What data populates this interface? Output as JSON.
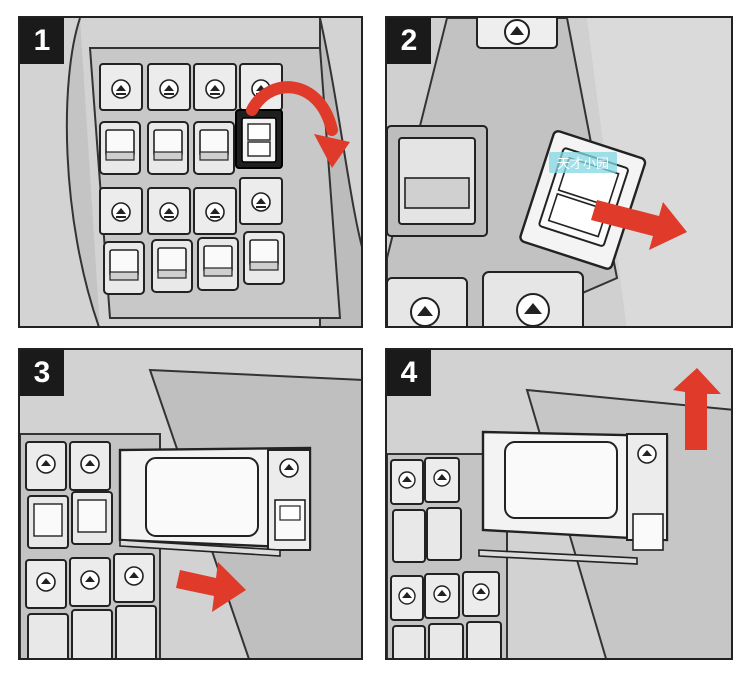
{
  "steps": [
    {
      "number": "1"
    },
    {
      "number": "2"
    },
    {
      "number": "3"
    },
    {
      "number": "4"
    }
  ],
  "watermark": {
    "text": "天才小园"
  },
  "colors": {
    "arrow": "#e03a2a",
    "arrow_dark": "#b8261a",
    "background": "#d6d6d6",
    "switch": "#e8e8e8",
    "outline": "#222222",
    "watermark": "#82d7e1"
  },
  "icons": [
    "eject-icon",
    "curved-arrow-icon",
    "straight-arrow-icon",
    "up-arrow-icon"
  ]
}
